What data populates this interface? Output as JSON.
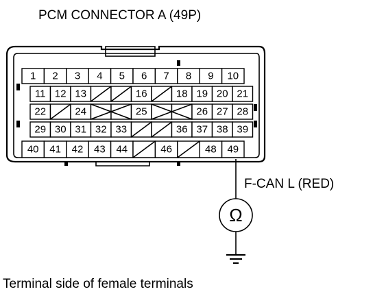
{
  "title": "PCM CONNECTOR A (49P)",
  "probe_label": "F-CAN L (RED)",
  "meter_symbol": "Ω",
  "caption": "Terminal side of female terminals",
  "pins": {
    "row1": [
      "1",
      "2",
      "3",
      "4",
      "5",
      "6",
      "7",
      "8",
      "9",
      "10"
    ],
    "row2": [
      "11",
      "12",
      "13",
      "",
      "",
      "16",
      "",
      "18",
      "19",
      "20",
      "21"
    ],
    "row3": [
      "22",
      "",
      "24",
      "",
      "",
      "25",
      "",
      "",
      "26",
      "27",
      "28"
    ],
    "row4": [
      "29",
      "30",
      "31",
      "32",
      "33",
      "",
      "",
      "36",
      "37",
      "38",
      "39"
    ],
    "row5": [
      "40",
      "41",
      "42",
      "43",
      "44",
      "",
      "46",
      "",
      "48",
      "49"
    ]
  },
  "highlighted_pin": "49"
}
